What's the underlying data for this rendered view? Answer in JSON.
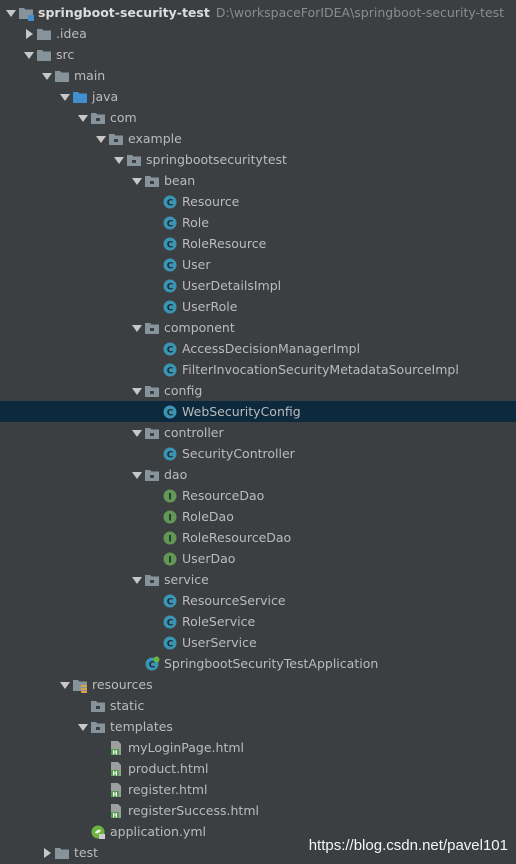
{
  "tree": {
    "rows": [
      {
        "label": "springboot-security-test",
        "path": "D:\\workspaceForIDEA\\springboot-security-test",
        "icon": "module-folder-icon",
        "arrow": "down",
        "depth": 0,
        "bold": true
      },
      {
        "label": ".idea",
        "icon": "folder-icon",
        "arrow": "right",
        "depth": 1
      },
      {
        "label": "src",
        "icon": "folder-icon",
        "arrow": "down",
        "depth": 1
      },
      {
        "label": "main",
        "icon": "folder-icon",
        "arrow": "down",
        "depth": 2
      },
      {
        "label": "java",
        "icon": "source-folder-icon",
        "arrow": "down",
        "depth": 3
      },
      {
        "label": "com",
        "icon": "package-icon",
        "arrow": "down",
        "depth": 4
      },
      {
        "label": "example",
        "icon": "package-icon",
        "arrow": "down",
        "depth": 5
      },
      {
        "label": "springbootsecuritytest",
        "icon": "package-icon",
        "arrow": "down",
        "depth": 6
      },
      {
        "label": "bean",
        "icon": "package-icon",
        "arrow": "down",
        "depth": 7
      },
      {
        "label": "Resource",
        "icon": "class-icon",
        "depth": 8
      },
      {
        "label": "Role",
        "icon": "class-icon",
        "depth": 8
      },
      {
        "label": "RoleResource",
        "icon": "class-icon",
        "depth": 8
      },
      {
        "label": "User",
        "icon": "class-icon",
        "depth": 8
      },
      {
        "label": "UserDetailsImpl",
        "icon": "class-icon",
        "depth": 8
      },
      {
        "label": "UserRole",
        "icon": "class-icon",
        "depth": 8
      },
      {
        "label": "component",
        "icon": "package-icon",
        "arrow": "down",
        "depth": 7
      },
      {
        "label": "AccessDecisionManagerImpl",
        "icon": "class-icon",
        "depth": 8
      },
      {
        "label": "FilterInvocationSecurityMetadataSourceImpl",
        "icon": "class-icon",
        "depth": 8
      },
      {
        "label": "config",
        "icon": "package-icon",
        "arrow": "down",
        "depth": 7
      },
      {
        "label": "WebSecurityConfig",
        "icon": "class-icon",
        "depth": 8,
        "selected": true
      },
      {
        "label": "controller",
        "icon": "package-icon",
        "arrow": "down",
        "depth": 7
      },
      {
        "label": "SecurityController",
        "icon": "class-icon",
        "depth": 8
      },
      {
        "label": "dao",
        "icon": "package-icon",
        "arrow": "down",
        "depth": 7
      },
      {
        "label": "ResourceDao",
        "icon": "interface-icon",
        "depth": 8
      },
      {
        "label": "RoleDao",
        "icon": "interface-icon",
        "depth": 8
      },
      {
        "label": "RoleResourceDao",
        "icon": "interface-icon",
        "depth": 8
      },
      {
        "label": "UserDao",
        "icon": "interface-icon",
        "depth": 8
      },
      {
        "label": "service",
        "icon": "package-icon",
        "arrow": "down",
        "depth": 7
      },
      {
        "label": "ResourceService",
        "icon": "class-icon",
        "depth": 8
      },
      {
        "label": "RoleService",
        "icon": "class-icon",
        "depth": 8
      },
      {
        "label": "UserService",
        "icon": "class-icon",
        "depth": 8
      },
      {
        "label": "SpringbootSecurityTestApplication",
        "icon": "spring-boot-class-icon",
        "depth": 7
      },
      {
        "label": "resources",
        "icon": "resources-folder-icon",
        "arrow": "down",
        "depth": 3
      },
      {
        "label": "static",
        "icon": "package-icon",
        "depth": 4
      },
      {
        "label": "templates",
        "icon": "package-icon",
        "arrow": "down",
        "depth": 4
      },
      {
        "label": "myLoginPage.html",
        "icon": "html-file-icon",
        "depth": 5
      },
      {
        "label": "product.html",
        "icon": "html-file-icon",
        "depth": 5
      },
      {
        "label": "register.html",
        "icon": "html-file-icon",
        "depth": 5
      },
      {
        "label": "registerSuccess.html",
        "icon": "html-file-icon",
        "depth": 5
      },
      {
        "label": "application.yml",
        "icon": "yml-file-icon",
        "depth": 4
      },
      {
        "label": "test",
        "icon": "folder-icon",
        "arrow": "right",
        "depth": 2
      }
    ]
  },
  "colors": {
    "background": "#3c3f41",
    "selection": "#0d293e",
    "folder": "#87939a",
    "source_folder": "#3f8fd1",
    "class": "#3a95b5",
    "interface": "#629755",
    "spring": "#6db33f"
  },
  "watermark": "https://blog.csdn.net/pavel101"
}
